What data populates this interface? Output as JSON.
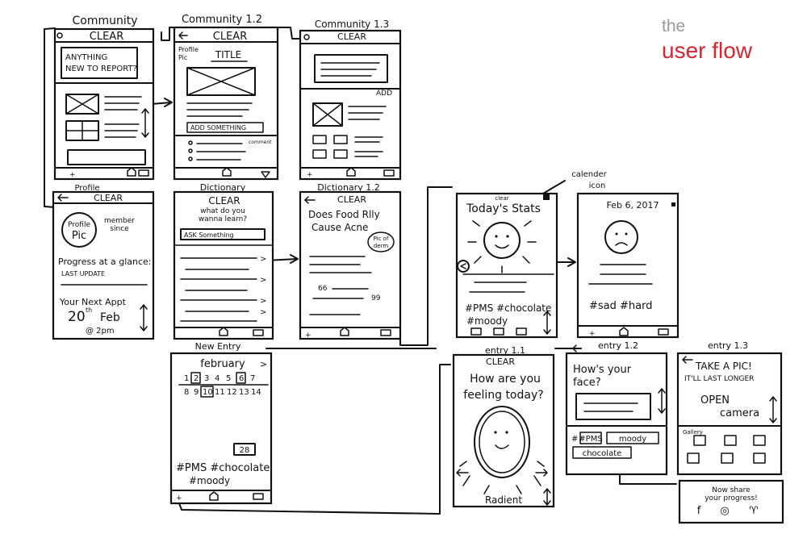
{
  "heading": {
    "small": "the",
    "large": "user flow"
  },
  "colors": {
    "ink": "#111111",
    "accent": "#d7262e",
    "muted": "#9a9a9a",
    "paper": "#ffffff"
  },
  "screens": {
    "community": {
      "tab": "Community",
      "title": "CLEAR",
      "prompt_line1": "ANYTHING",
      "prompt_line2": "NEW TO REPORT?"
    },
    "community12": {
      "tab": "Community 1.2",
      "title": "CLEAR",
      "profile_line1": "Profile",
      "profile_line2": "Pic",
      "heading": "TITLE",
      "button": "ADD SOMETHING",
      "comment": "comment"
    },
    "community13": {
      "tab": "Community 1.3",
      "title": "CLEAR",
      "add": "ADD"
    },
    "profile": {
      "tab": "Profile",
      "title": "CLEAR",
      "pic_line1": "Profile",
      "pic_line2": "Pic",
      "member_line1": "member",
      "member_line2": "since",
      "glance": "Progress at a glance:",
      "last_update": "LAST UPDATE",
      "next_appt": "Your Next Appt",
      "date_day": "20",
      "date_sup": "th",
      "date_month": "Feb",
      "time": "@ 2pm"
    },
    "dictionary": {
      "tab": "Dictionary",
      "title": "CLEAR",
      "subtitle_line1": "what do you",
      "subtitle_line2": "wanna learn?",
      "search": "ASK Something"
    },
    "dictionary12": {
      "tab": "Dictionary 1.2",
      "title": "CLEAR",
      "q_line1": "Does Food Rlly",
      "q_line2": "Cause Acne",
      "pic_line1": "Pic of",
      "pic_line2": "derm",
      "quote_open": "66",
      "quote_close": "99"
    },
    "new_entry": {
      "tab": "New Entry",
      "month": "february",
      "week1": [
        "1",
        "2",
        "3",
        "4",
        "5",
        "6",
        "7"
      ],
      "week2": [
        "8",
        "9",
        "10",
        "11",
        "12",
        "13",
        "14"
      ],
      "day_badge": "28",
      "tag_line1": "#PMS #chocolate",
      "tag_line2": "#moody"
    },
    "stats": {
      "clear_tag": "clear",
      "title": "Today's Stats",
      "callout_line1": "calender",
      "callout_line2": "icon",
      "tags_line1": "#PMS #chocolate",
      "tags_line2": "#moody"
    },
    "day_view": {
      "date": "Feb 6, 2017",
      "tags": "#sad #hard"
    },
    "entry11": {
      "tab": "entry 1.1",
      "title": "CLEAR",
      "q_line1": "How are you",
      "q_line2": "feeling today?",
      "scale_label": "Radient"
    },
    "entry12": {
      "tab": "entry 1.2",
      "q_line1": "How's your",
      "q_line2": "face?",
      "tag1": "#PMS",
      "tag2": "moody",
      "tag3": "chocolate"
    },
    "entry13": {
      "tab": "entry 1.3",
      "line1": "TAKE A PIC!",
      "line2": "IT'LL LAST LONGER",
      "open_line1": "OPEN",
      "open_line2": "camera",
      "gallery": "Gallery",
      "share_line1": "Now share",
      "share_line2": "your progress!",
      "social_facebook": "f",
      "social_instagram": "◎",
      "social_twitter": "♈"
    }
  }
}
